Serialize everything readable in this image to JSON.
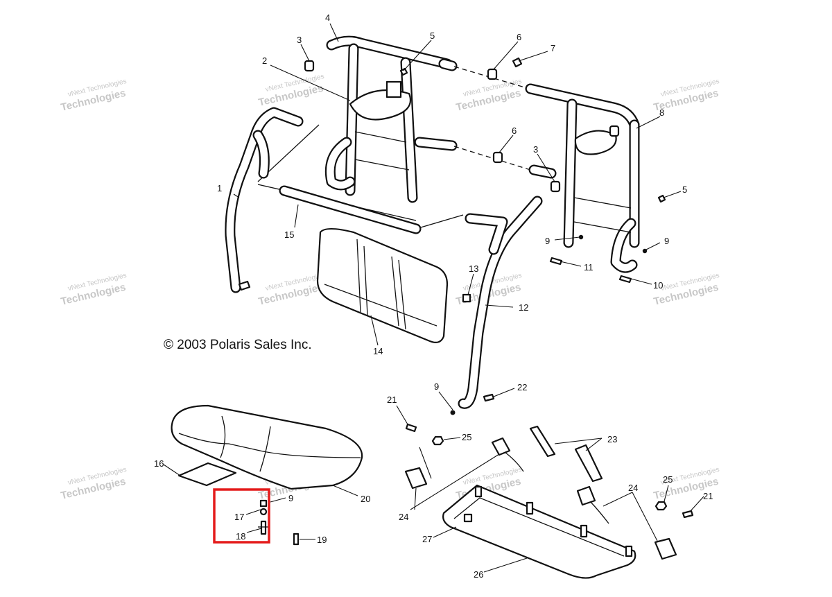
{
  "copyright": "© 2003 Polaris Sales Inc.",
  "watermark": {
    "line1": "vNext Technologies",
    "line2": "Technologies"
  },
  "highlight_color": "#e41b1b",
  "callouts": {
    "c1": "1",
    "c2": "2",
    "c3a": "3",
    "c3b": "3",
    "c4": "4",
    "c5a": "5",
    "c5b": "5",
    "c6a": "6",
    "c6b": "6",
    "c7": "7",
    "c8": "8",
    "c9a": "9",
    "c9b": "9",
    "c9c": "9",
    "c9d": "9",
    "c10": "10",
    "c11": "11",
    "c12": "12",
    "c13": "13",
    "c14": "14",
    "c15": "15",
    "c16": "16",
    "c17": "17",
    "c18": "18",
    "c19": "19",
    "c20": "20",
    "c21a": "21",
    "c21b": "21",
    "c22": "22",
    "c23": "23",
    "c24a": "24",
    "c24b": "24",
    "c25a": "25",
    "c25b": "25",
    "c26": "26",
    "c27": "27"
  }
}
